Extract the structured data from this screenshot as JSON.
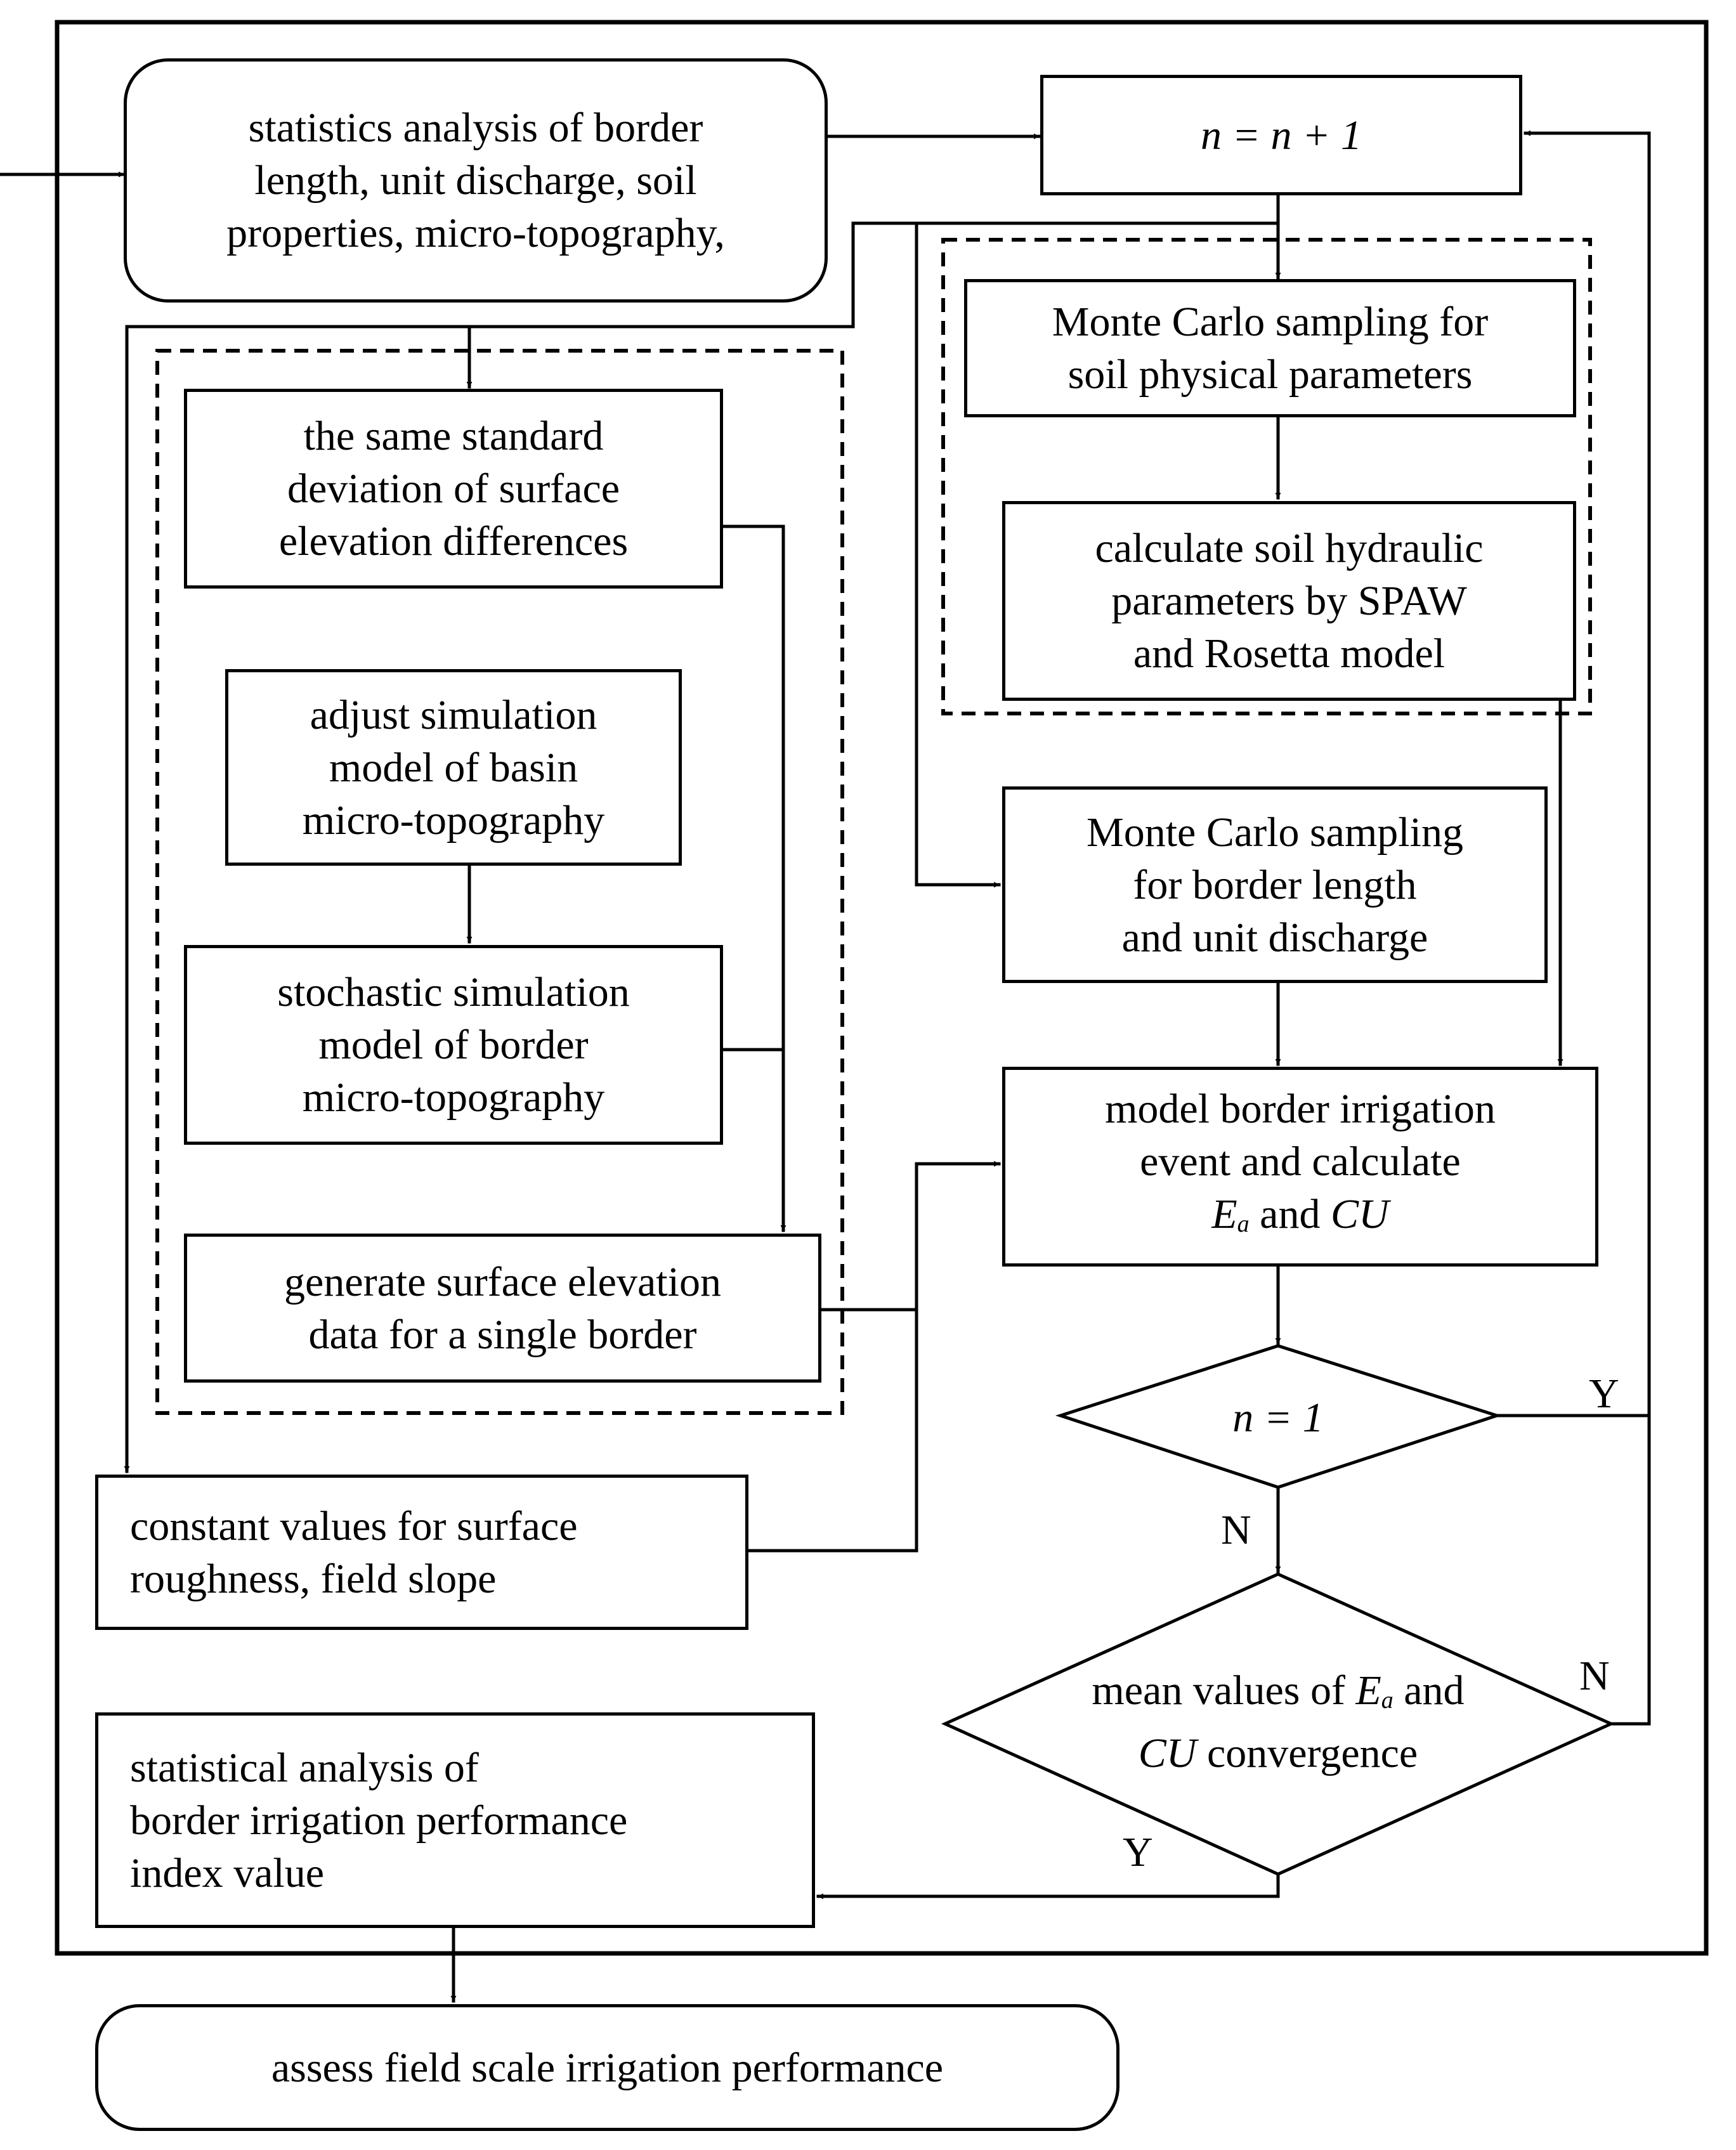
{
  "nodes": {
    "stats": "statistics analysis of border\nlength, unit discharge, soil\nproperties, micro-topography,",
    "counter": "n = n + 1",
    "mc_soil": "Monte Carlo sampling for\nsoil physical parameters",
    "soil_hydraulic": "calculate soil hydraulic\nparameters by SPAW\nand Rosetta model",
    "std_dev": "the same standard\ndeviation of surface\nelevation differences",
    "adjust_sim": "adjust simulation\nmodel of basin\nmicro-topography",
    "stochastic_sim": "stochastic simulation\nmodel of border\nmicro-topography",
    "generate_elev": "generate surface elevation\ndata for a single border",
    "mc_border": "Monte Carlo sampling\nfor border length\nand unit discharge",
    "model_event_line1": "model border irrigation",
    "model_event_line2": "event and calculate",
    "model_event_ea": "E",
    "model_event_ea_sub": "a",
    "model_event_and": " and ",
    "model_event_cu": "CU",
    "constant_values": "constant values for surface\nroughness, field slope",
    "decision_n1": "n = 1",
    "conv_line1": "mean values of ",
    "conv_ea": "E",
    "conv_ea_sub": "a",
    "conv_and": " and",
    "conv_cu": "CU",
    "conv_line2": " convergence",
    "stat_perf": "statistical analysis of\nborder  irrigation  performance\n   index value",
    "assess": "assess field scale irrigation performance"
  },
  "labels": {
    "y_top": "Y",
    "n_mid": "N",
    "n_right": "N",
    "y_bottom": "Y"
  }
}
